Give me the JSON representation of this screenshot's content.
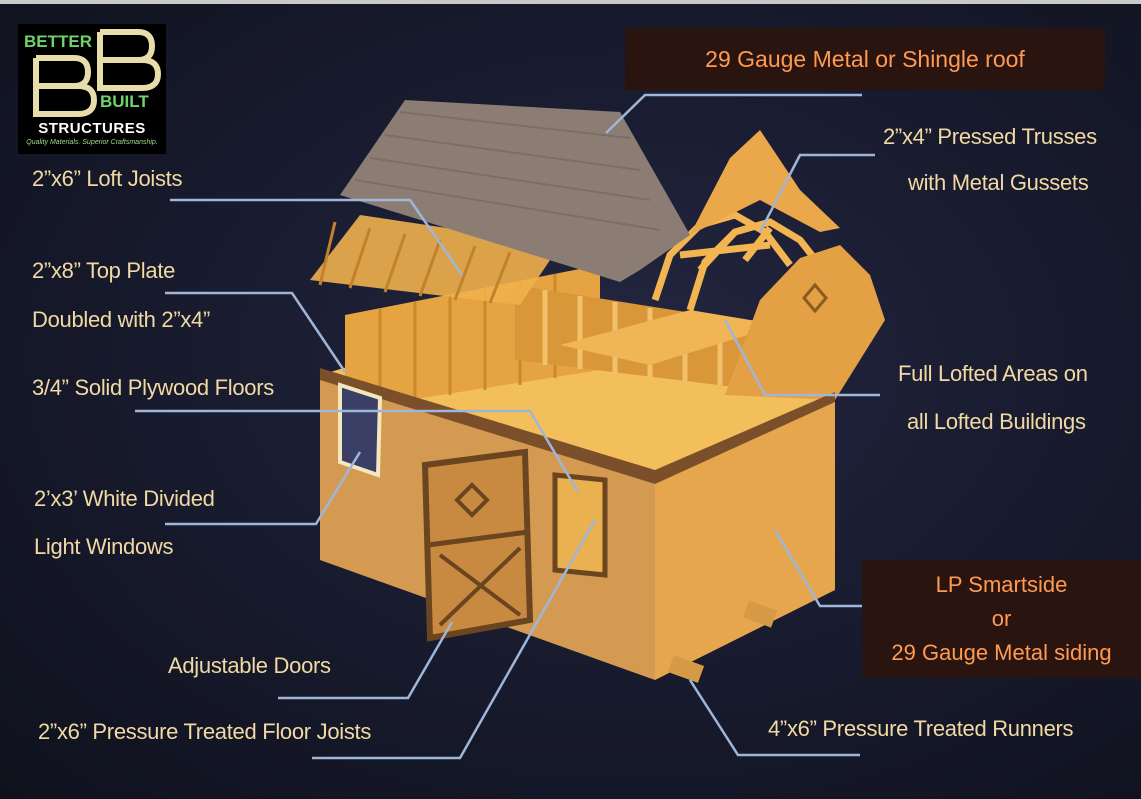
{
  "logo": {
    "better": "BETTER",
    "built": "BUILT",
    "structures": "STRUCTURES",
    "tagline": "Quality Materials. Superior Craftsmanship."
  },
  "callouts": {
    "roof": "29 Gauge Metal or Shingle roof",
    "trusses_line1": "2”x4” Pressed Trusses",
    "trusses_line2": "with Metal Gussets",
    "loft_joists": "2”x6” Loft Joists",
    "top_plate_line1": "2”x8” Top Plate",
    "top_plate_line2": "Doubled with 2”x4”",
    "floors": "3/4” Solid Plywood Floors",
    "windows_line1": "2’x3’ White Divided",
    "windows_line2": "Light Windows",
    "lofted_line1": "Full Lofted Areas on",
    "lofted_line2": "all Lofted Buildings",
    "siding_line1": "LP Smartside",
    "siding_line2": "or",
    "siding_line3": "29 Gauge Metal siding",
    "doors": "Adjustable Doors",
    "floor_joists": "2”x6” Pressure Treated Floor Joists",
    "runners": "4”x6” Pressure Treated Runners"
  },
  "colors": {
    "background": "#171a2c",
    "label_text": "#f1d9a4",
    "box_text": "#ff9a50",
    "box_background": "#2a1410",
    "leader_line": "#9fb6d8",
    "wood": "#eaa84a",
    "roof": "#8b7d74",
    "logo_green": "#6fd36c",
    "logo_gold": "#e8dcaa"
  }
}
